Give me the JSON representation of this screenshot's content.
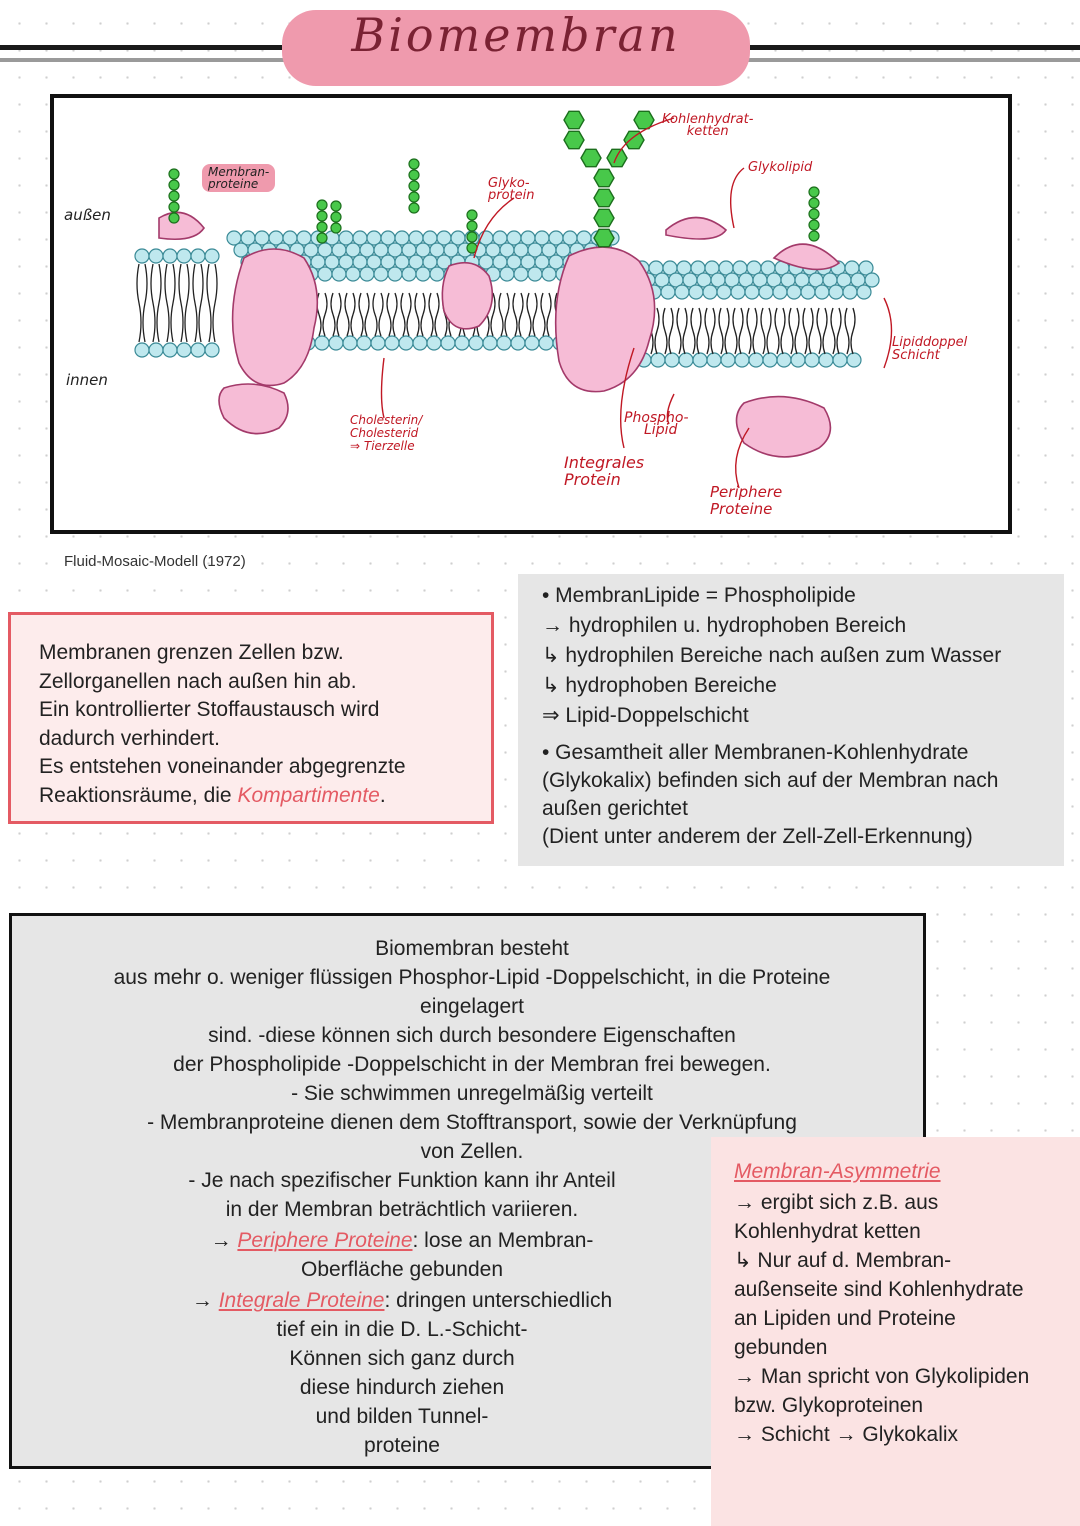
{
  "title": "Biomembran",
  "diagram": {
    "labels": {
      "aussen": "außen",
      "innen": "innen",
      "membranproteine": [
        "Membran-",
        "proteine"
      ],
      "glykoprotein": [
        "Glyko-",
        "protein"
      ],
      "kohlenhydratketten": [
        "Kohlenhydrat-",
        "ketten"
      ],
      "glykolipid": "Glykolipid",
      "lipiddoppelschicht": [
        "Lipiddoppel",
        "Schicht"
      ],
      "cholesterin": [
        "Cholesterin/",
        "Cholesterid",
        "⇒ Tierzelle"
      ],
      "phospholipid": [
        "Phospho-",
        "Lipid"
      ],
      "integrales_protein": [
        "Integrales",
        "Protein"
      ],
      "periphere_proteine": [
        "Periphere",
        "Proteine"
      ]
    }
  },
  "caption": "Fluid-Mosaic-Modell (1972)",
  "red_box": {
    "lines": [
      "Membranen grenzen Zellen bzw.",
      "Zellorganellen nach außen hin ab.",
      "Ein kontrollierter Stoffaustausch wird",
      "dadurch verhindert.",
      "Es entstehen voneinander abgegrenzte",
      "Reaktionsräume, die "
    ],
    "keyword": "Kompartimente",
    "end": "."
  },
  "grey_box_1": {
    "lines": [
      "• MembranLipide = Phospholipide",
      "→ hydrophilen u. hydrophoben Bereich",
      "↳ hydrophilen Bereiche nach außen zum Wasser",
      "↳ hydrophoben Bereiche",
      "⇒ Lipid-Doppelschicht"
    ],
    "lines2": [
      "• Gesamtheit aller Membranen-Kohlenhydrate",
      "(Glykokalix) befinden sich auf der Membran nach",
      "außen gerichtet",
      "(Dient unter anderem der Zell-Zell-Erkennung)"
    ]
  },
  "grey_box_2": {
    "lines": [
      "Biomembran besteht",
      "aus mehr o. weniger flüssigen Phosphor-Lipid -Doppelschicht, in die Proteine",
      "eingelagert",
      "sind. -diese können sich durch besondere Eigenschaften",
      "der Phospholipide -Doppelschicht in der Membran frei bewegen.",
      "- Sie schwimmen unregelmäßig verteilt",
      "- Membranproteine dienen dem Stofftransport, sowie der Verknüpfung",
      "von Zellen.",
      "- Je nach spezifischer Funktion kann ihr Anteil",
      "in der Membran beträchtlich variieren."
    ],
    "periphere_arrow": "→ ",
    "periphere_term": "Periphere Proteine",
    "periphere_rest": ": lose an Membran-",
    "periphere_line2": "Oberfläche gebunden",
    "integrale_arrow": "→ ",
    "integrale_term": "Integrale Proteine",
    "integrale_rest": ": dringen unterschiedlich",
    "integrale_lines": [
      "tief ein in die D. L.-Schicht-",
      "Können sich ganz durch",
      "diese hindurch ziehen",
      "und bilden Tunnel-",
      "proteine"
    ]
  },
  "pink_box": {
    "heading": "Membran-Asymmetrie",
    "lines": [
      "→ ergibt sich z.B. aus",
      "Kohlenhydrat ketten",
      "↳ Nur auf d. Membran-",
      "außenseite sind Kohlenhydrate",
      "an Lipiden und Proteine",
      "gebunden",
      "→ Man spricht von Glykolipiden",
      "bzw. Glykoproteinen",
      "→ Schicht → Glykokalix"
    ]
  },
  "colors": {
    "accent_red": "#e45a63",
    "title_pink": "#ef9aad",
    "box_grey": "#e6e6e6",
    "box_pink": "#fbe3e3",
    "lipid_head": "#bfe8ee",
    "protein_pink": "#f6bcd6",
    "carb_green": "#48c84a"
  }
}
